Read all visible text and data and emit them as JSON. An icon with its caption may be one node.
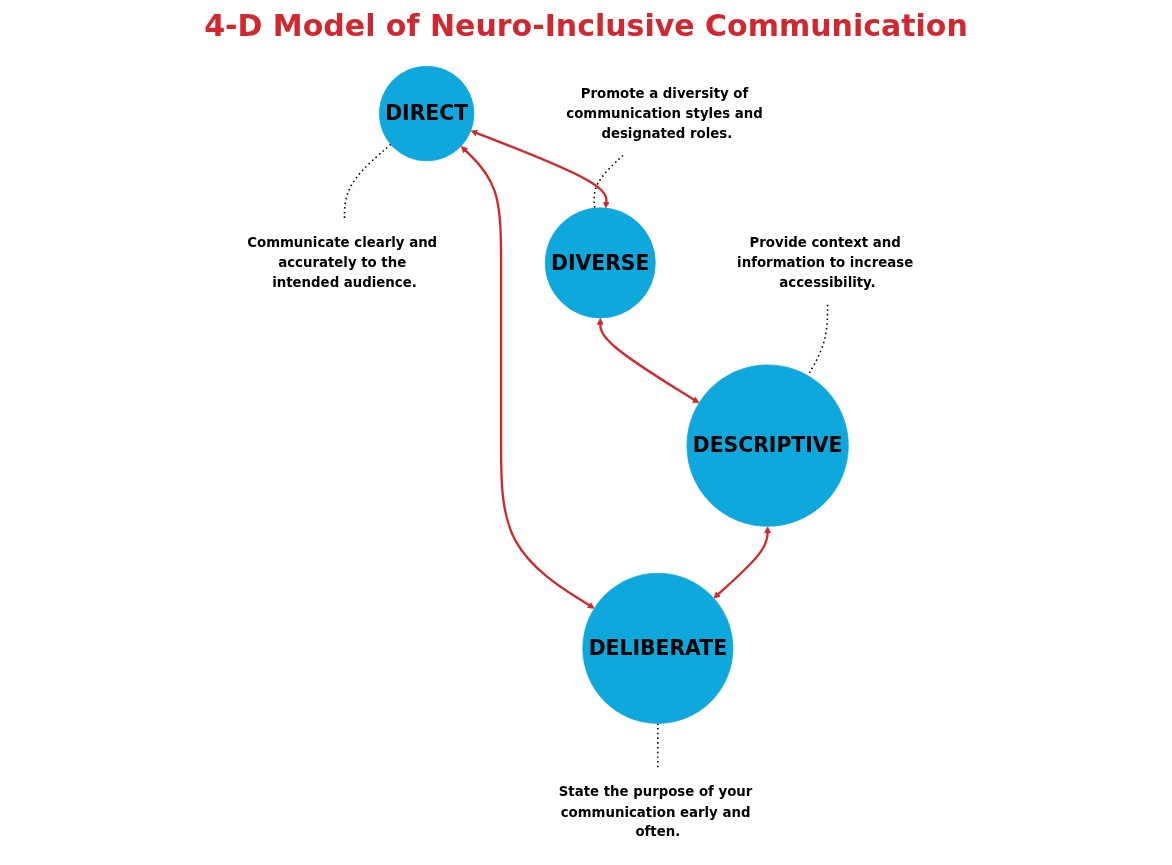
{
  "diagram": {
    "title": "4-D Model of Neuro-Inclusive Communication",
    "nodes": [
      {
        "text": [
          "Promote a diversity of communication styles and designated roles."
        ]
      },
      {
        "text": [
          "DIRECT"
        ]
      },
      {
        "text": [
          "Communicate clearly and accurately to the intended audience."
        ]
      },
      {
        "text": [
          "DIVERSE"
        ]
      },
      {
        "text": [
          "DELIBERATE"
        ]
      },
      {
        "text": [
          "Provide context and information to increase accessibility."
        ]
      },
      {
        "text": [
          "DESCRIPTIVE"
        ]
      },
      {
        "text": [
          "State the purpose of your communication early and often."
        ]
      }
    ],
    "edges": [
      {
        "from": 0,
        "to": 3,
        "arrow": "none",
        "style": "dashed"
      },
      {
        "from": 1,
        "to": 2,
        "arrow": "none",
        "style": "dashed"
      },
      {
        "from": 1,
        "to": 3,
        "arrow": "both",
        "color": "#d0282e"
      },
      {
        "from": 1,
        "to": 4,
        "arrow": "both",
        "color": "#d0282e"
      },
      {
        "from": 3,
        "to": 6,
        "arrow": "both",
        "color": "#d0282e"
      },
      {
        "from": 6,
        "to": 4,
        "arrow": "both",
        "color": "#d0282e"
      },
      {
        "from": 5,
        "to": 6,
        "arrow": "none",
        "style": "dashed"
      },
      {
        "from": 4,
        "to": 7,
        "arrow": "none",
        "style": "dashed"
      }
    ]
  }
}
